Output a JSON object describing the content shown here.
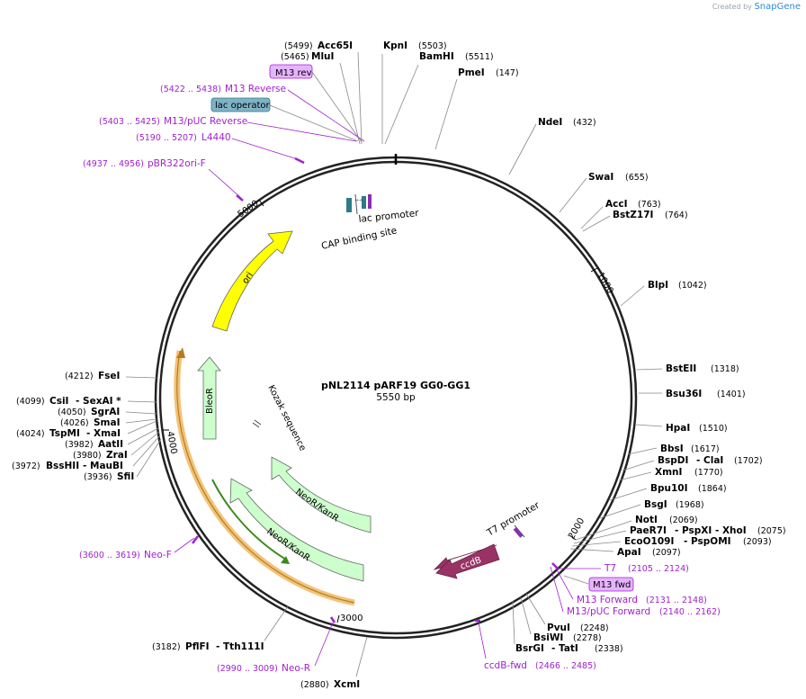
{
  "brand": {
    "created_by": "Created by",
    "name": "SnapGene"
  },
  "plasmid": {
    "name": "pNL2114 pARF19 GG0-GG1",
    "length": "5550 bp"
  },
  "ticks": [
    "1000",
    "2000",
    "3000",
    "4000",
    "5000"
  ],
  "enzymes": [
    {
      "name": "Acc65I",
      "pos": "(5499)"
    },
    {
      "name": "KpnI",
      "pos": "(5503)"
    },
    {
      "name": "MluI",
      "pos": "(5465)"
    },
    {
      "name": "BamHI",
      "pos": "(5511)"
    },
    {
      "name": "PmeI",
      "pos": "(147)"
    },
    {
      "name": "NdeI",
      "pos": "(432)"
    },
    {
      "name": "SwaI",
      "pos": "(655)"
    },
    {
      "name": "AccI",
      "pos": "(763)"
    },
    {
      "name": "BstZ17I",
      "pos": "(764)"
    },
    {
      "name": "BlpI",
      "pos": "(1042)"
    },
    {
      "name": "BstEII",
      "pos": "(1318)"
    },
    {
      "name": "Bsu36I",
      "pos": "(1401)"
    },
    {
      "name": "HpaI",
      "pos": "(1510)"
    },
    {
      "name": "BbsI",
      "pos": "(1617)"
    },
    {
      "name": "BspDI",
      "pos": "(1702)",
      "alt": "- ClaI"
    },
    {
      "name": "XmnI",
      "pos": "(1770)"
    },
    {
      "name": "Bpu10I",
      "pos": "(1864)"
    },
    {
      "name": "BsgI",
      "pos": "(1968)"
    },
    {
      "name": "NotI",
      "pos": "(2069)"
    },
    {
      "name": "PaeR7I",
      "pos": "(2075)",
      "alt": "- PspXI - XhoI"
    },
    {
      "name": "EcoO109I",
      "pos": "(2093)",
      "alt": "- PspOMI"
    },
    {
      "name": "ApaI",
      "pos": "(2097)"
    },
    {
      "name": "PvuI",
      "pos": "(2248)"
    },
    {
      "name": "BsiWI",
      "pos": "(2278)"
    },
    {
      "name": "BsrGI",
      "pos": "(2338)",
      "alt": "- TatI"
    },
    {
      "name": "XcmI",
      "pos": "(2880)"
    },
    {
      "name": "PflFI",
      "pos": "(3182)",
      "alt": "- Tth111I"
    },
    {
      "name": "SfiI",
      "pos": "(3936)"
    },
    {
      "name": "BssHII",
      "pos": "(3972)",
      "alt": "- MauBI"
    },
    {
      "name": "ZraI",
      "pos": "(3980)"
    },
    {
      "name": "AatII",
      "pos": "(3982)"
    },
    {
      "name": "TspMI",
      "pos": "(4024)",
      "alt": "- XmaI"
    },
    {
      "name": "SmaI",
      "pos": "(4026)"
    },
    {
      "name": "SgrAI",
      "pos": "(4050)"
    },
    {
      "name": "CsiI",
      "pos": "(4099)",
      "alt": "- SexAI *"
    },
    {
      "name": "FseI",
      "pos": "(4212)"
    }
  ],
  "primers": [
    {
      "name": "M13 Reverse",
      "range": "(5422 .. 5438)"
    },
    {
      "name": "M13/pUC Reverse",
      "range": "(5403 .. 5425)"
    },
    {
      "name": "L4440",
      "range": "(5190 .. 5207)"
    },
    {
      "name": "pBR322ori-F",
      "range": "(4937 .. 4956)"
    },
    {
      "name": "T7",
      "range": "(2105 .. 2124)"
    },
    {
      "name": "M13 Forward",
      "range": "(2131 .. 2148)"
    },
    {
      "name": "M13/pUC Forward",
      "range": "(2140 .. 2162)"
    },
    {
      "name": "ccdB-fwd",
      "range": "(2466 .. 2485)"
    },
    {
      "name": "Neo-F",
      "range": "(3600 .. 3619)"
    },
    {
      "name": "Neo-R",
      "range": "(2990 .. 3009)"
    }
  ],
  "boxed": {
    "m13rev": "M13 rev",
    "lacop": "lac operator",
    "m13fwd": "M13 fwd"
  },
  "features": {
    "lac_promoter": "lac promoter",
    "cap": "CAP binding site",
    "t7_promoter": "T7 promoter",
    "kozak": "Kozak sequence",
    "ori": "ori",
    "bleor": "BleoR",
    "neo1": "NeoR/KanR",
    "neo2": "NeoR/KanR",
    "ccdb": "ccdB"
  },
  "colors": {
    "ori": "#ffff00",
    "resistance": "#ccffcc",
    "ccdb": "#993366",
    "primer": "#a020d0",
    "primer_box": "#e6b3ff",
    "lac_op_box": "#7fb2c4",
    "orf_highlight": "#f0b860",
    "orf_line": "#3a8a1a"
  }
}
